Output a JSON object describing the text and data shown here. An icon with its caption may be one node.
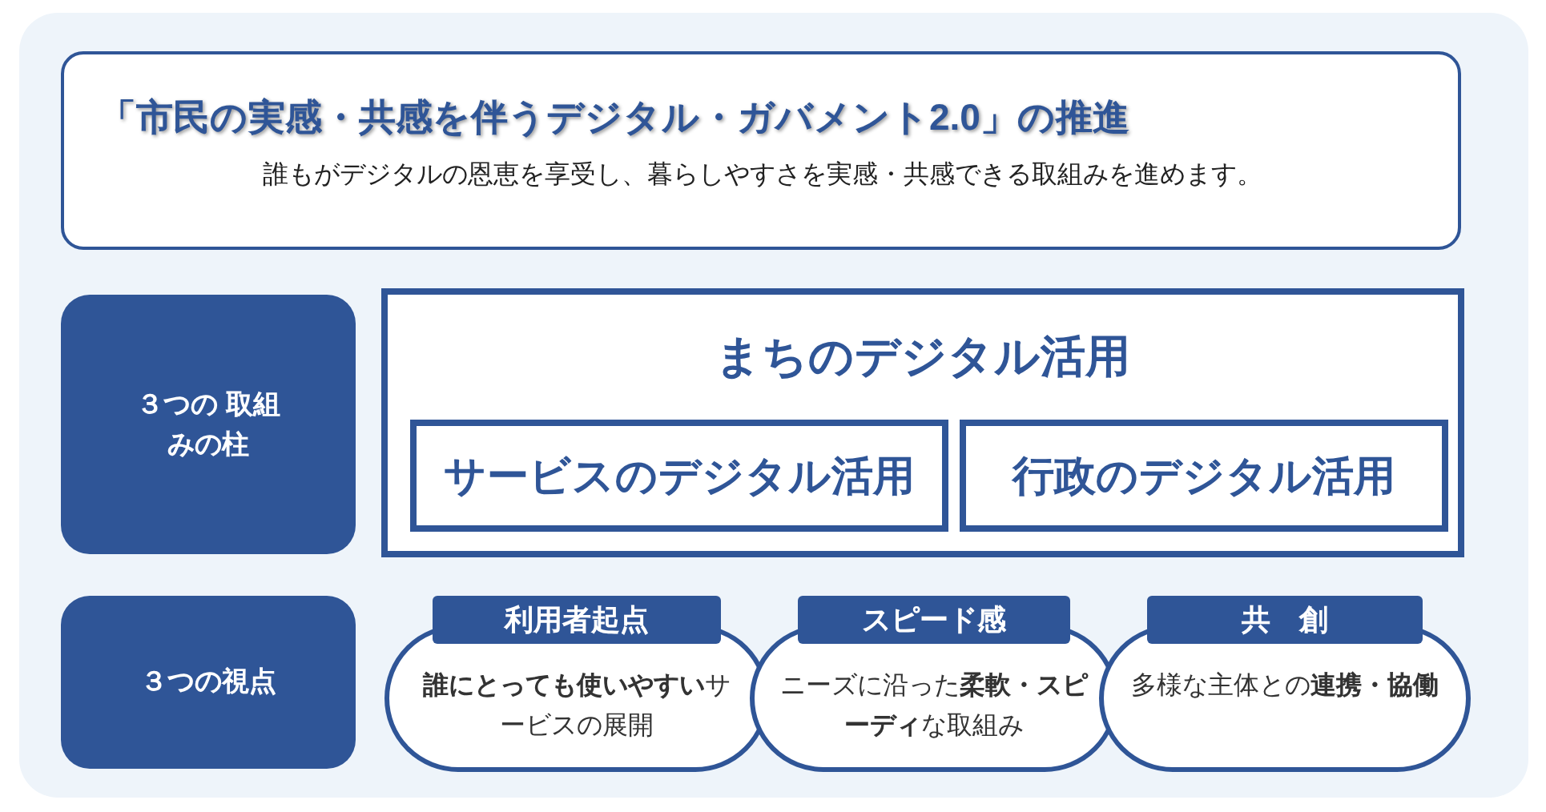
{
  "diagram": {
    "nodes": [
      {
        "text": [
          "「市民の実感・共感を伴うデジタル・ガバメント2.0」の推進",
          "誰もがデジタルの恩恵を享受し、暮らしやすさを実感・共感できる取組みを進めます。"
        ]
      },
      {
        "text": [
          "３つの 取組みの柱"
        ]
      },
      {
        "text": [
          "まちのデジタル活用"
        ]
      },
      {
        "text": [
          "サービスのデジタル活用"
        ],
        "in": 2
      },
      {
        "text": [
          "行政のデジタル活用"
        ],
        "in": 2
      },
      {
        "text": [
          "３つの視点"
        ]
      },
      {
        "text": [
          "利用者起点",
          "**誰にとっても使いやすい**サービスの展開"
        ]
      },
      {
        "text": [
          "スピード感",
          "ニーズに沿った**柔軟・スピーディ**な取組み"
        ]
      },
      {
        "text": [
          "共　創",
          "多様な主体との**連携・協働**"
        ]
      }
    ]
  }
}
